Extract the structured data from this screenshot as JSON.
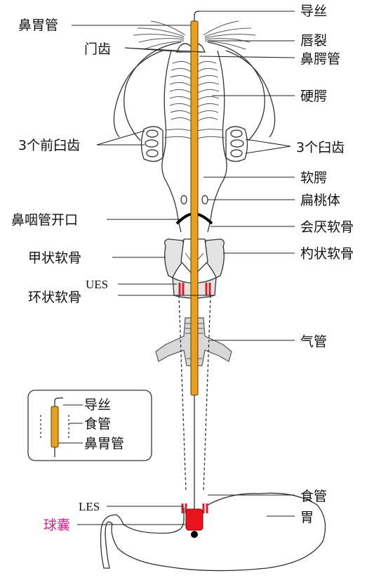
{
  "labels": {
    "nasogastric_tube": "鼻胃管",
    "guidewire": "导丝",
    "incisors": "门齿",
    "cleft_lip": "唇裂",
    "nasal_palate_canal": "鼻腭管",
    "hard_palate": "硬腭",
    "three_premolars": "3个前臼齿",
    "three_molars": "3个臼齿",
    "soft_palate": "软腭",
    "tonsil": "扁桃体",
    "nasopharyngeal_opening": "鼻咽管开口",
    "epiglottis": "会厌软骨",
    "thyroid_cartilage": "甲状软骨",
    "arytenoid_cartilage": "杓状软骨",
    "ues": "UES",
    "cricoid_cartilage": "环状软骨",
    "trachea": "气管",
    "esophagus": "食管",
    "les": "LES",
    "stomach": "胃",
    "balloon": "球囊"
  },
  "legend": {
    "guidewire": "导丝",
    "esophagus": "食管",
    "nasogastric_tube": "鼻胃管"
  },
  "colors": {
    "tube": "#E8A020",
    "sphincter": "#D0202E",
    "balloon": "#E8141E",
    "balloon_label": "#D6208A",
    "cartilage_fill": "#E3E3E3"
  }
}
